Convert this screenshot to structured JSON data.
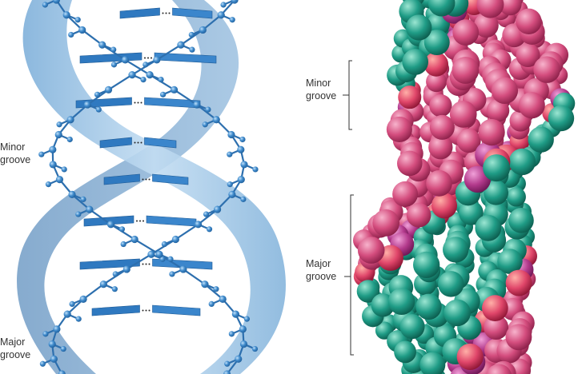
{
  "left_model": {
    "minor_label_line1": "Minor",
    "minor_label_line2": "groove",
    "major_label_line1": "Major",
    "major_label_line2": "groove"
  },
  "right_model": {
    "minor_label_line1": "Minor",
    "minor_label_line2": "groove",
    "major_label_line1": "Major",
    "major_label_line2": "groove"
  },
  "colors": {
    "ribbon": "#9ec6e6",
    "ribbon_dark": "#6f9fca",
    "atom": "#3d86c6",
    "base_plate": "#2f79c0",
    "strand_pink": "#d44d7e",
    "strand_teal": "#1f9c86"
  }
}
